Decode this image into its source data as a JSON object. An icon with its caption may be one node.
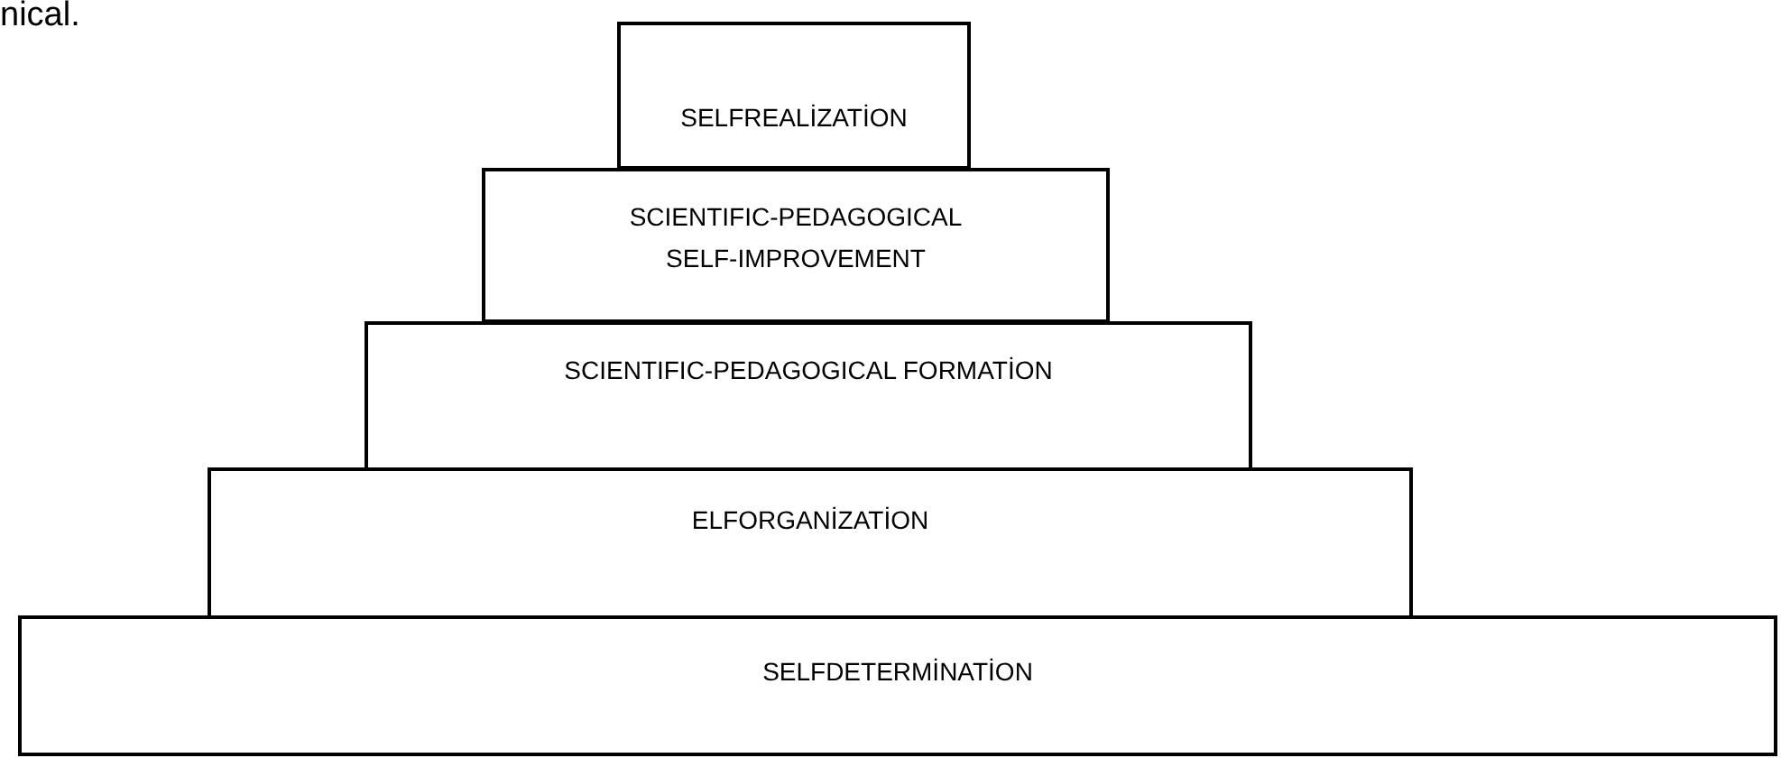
{
  "diagram": {
    "nodes": [
      {
        "text": [
          "SELFREALİZATİON"
        ]
      },
      {
        "text": [
          "SCIENTIFIC-PEDAGOGICAL SELF-IMPROVEMENT"
        ]
      },
      {
        "text": [
          "SCIENTIFIC-PEDAGOGICAL FORMATİON"
        ]
      },
      {
        "text": [
          "ELFORGANİZATİON"
        ]
      },
      {
        "text": [
          "SELFDETERMİNATİON"
        ]
      }
    ],
    "labels": [
      "nical."
    ]
  }
}
